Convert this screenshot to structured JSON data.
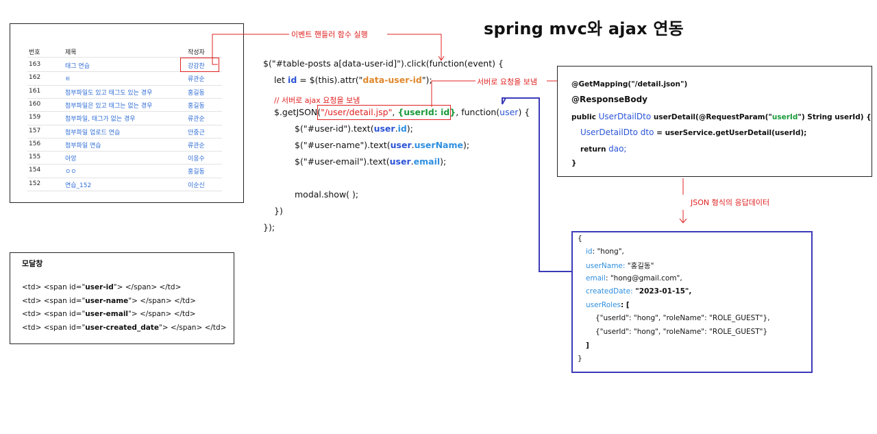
{
  "title": "spring mvc와 ajax 연동",
  "labels": {
    "event_handler": "이벤트 핸들러 함수 실행",
    "send_request": "서버로 요청을 보냄",
    "json_response": "JSON 형식의 응답데이터"
  },
  "table": {
    "headers": [
      "번호",
      "제목",
      "작성자"
    ],
    "rows": [
      {
        "no": "163",
        "title": "태그 연습",
        "author": "강감찬"
      },
      {
        "no": "162",
        "title": "ㅌ",
        "author": "류관순"
      },
      {
        "no": "161",
        "title": "첨부파일도 있고 태그도 있는 경우",
        "author": "홍길동"
      },
      {
        "no": "160",
        "title": "첨부파일은 있고 태그는 없는 경우",
        "author": "홍길동"
      },
      {
        "no": "159",
        "title": "첨부파일, 태그가 없는 경우",
        "author": "류관순"
      },
      {
        "no": "157",
        "title": "첨부파일 업로드 연습",
        "author": "안중근"
      },
      {
        "no": "156",
        "title": "첨부파일 연습",
        "author": "류관순"
      },
      {
        "no": "155",
        "title": "아앙",
        "author": "이응수"
      },
      {
        "no": "154",
        "title": "ㅇㅇ",
        "author": "홍길동"
      },
      {
        "no": "152",
        "title": "연습_152",
        "author": "이순신"
      }
    ]
  },
  "modal": {
    "title": "모달창",
    "lines": [
      {
        "pre": "<td> <span id=\"",
        "id": "user-id",
        "post": "\"> </span> </td>"
      },
      {
        "pre": "<td> <span id=\"",
        "id": "user-name",
        "post": "\"> </span> </td>"
      },
      {
        "pre": "<td> <span id=\"",
        "id": "user-email",
        "post": "\"> </span> </td>"
      },
      {
        "pre": "<td> <span id=\"",
        "id": "user-created_date",
        "post": "\"> </span> </td>"
      }
    ]
  },
  "code": {
    "line1_a": "$(\"#table-posts a[data-user-id]\").click(function(event) {",
    "line2_a": "let ",
    "line2_b": "id",
    "line2_c": " = $(this).attr(\"",
    "line2_d": "data-user-id",
    "line2_e": "\");",
    "comment": "// 서버로 ajax 요청을 보냄",
    "line3_a": "$.getJSON(",
    "line3_b": "\"/user/detail.jsp\"",
    "line3_c": ", ",
    "line3_d": "{userId: id}",
    "line3_e": ", function(",
    "line3_f": "user",
    "line3_g": ") {",
    "line4_a": "$(\"#user-id\").text(",
    "line4_b": "user",
    "line4_c": ".",
    "line4_d": "id",
    "line4_e": ");",
    "line5_a": "$(\"#user-name\").text(",
    "line5_b": "user",
    "line5_c": ".",
    "line5_d": "userName",
    "line5_e": ");",
    "line6_a": "$(\"#user-email\").text(",
    "line6_b": "user",
    "line6_c": ".",
    "line6_d": "email",
    "line6_e": ");",
    "line7": "modal.show( );",
    "line8": "})",
    "line9": "});"
  },
  "java": {
    "line1": "@GetMapping(\"/detail.json\")",
    "line2": "@ResponseBody",
    "line3_a": "public ",
    "line3_b": "UserDtailDto",
    "line3_c": " userDetail(@RequestParam(\"",
    "line3_d": "userId",
    "line3_e": "\") String userId) {",
    "line4_a": "UserDetailDto dto",
    "line4_b": " = userService.getUserDetail(userId);",
    "line5_a": "return ",
    "line5_b": "dao;",
    "line6": "}"
  },
  "json": {
    "open": "{",
    "id_key": "id",
    "id_val": ": \"hong\",",
    "username_key": "userName:",
    "username_val": " \"홍길동\"",
    "email_key": "email",
    "email_val": ": \"hong@gmail.com\",",
    "created_key": "createdDate:",
    "created_val": " \"2023-01-15\",",
    "roles_key": "userRoles",
    "roles_val": ": [",
    "role1": "{\"userId\": \"hong\", \"roleName\": \"ROLE_GUEST\"},",
    "role2": "{\"userId\": \"hong\", \"roleName\": \"ROLE_GUEST\"}",
    "close_arr": "]",
    "close": "}"
  },
  "colors": {
    "red": "#e02020",
    "blue": "#2b54d6",
    "box_blue": "#3a3ab8",
    "link_blue": "#2d6bd6",
    "orange": "#e0872a",
    "green": "#1a9a3a"
  }
}
